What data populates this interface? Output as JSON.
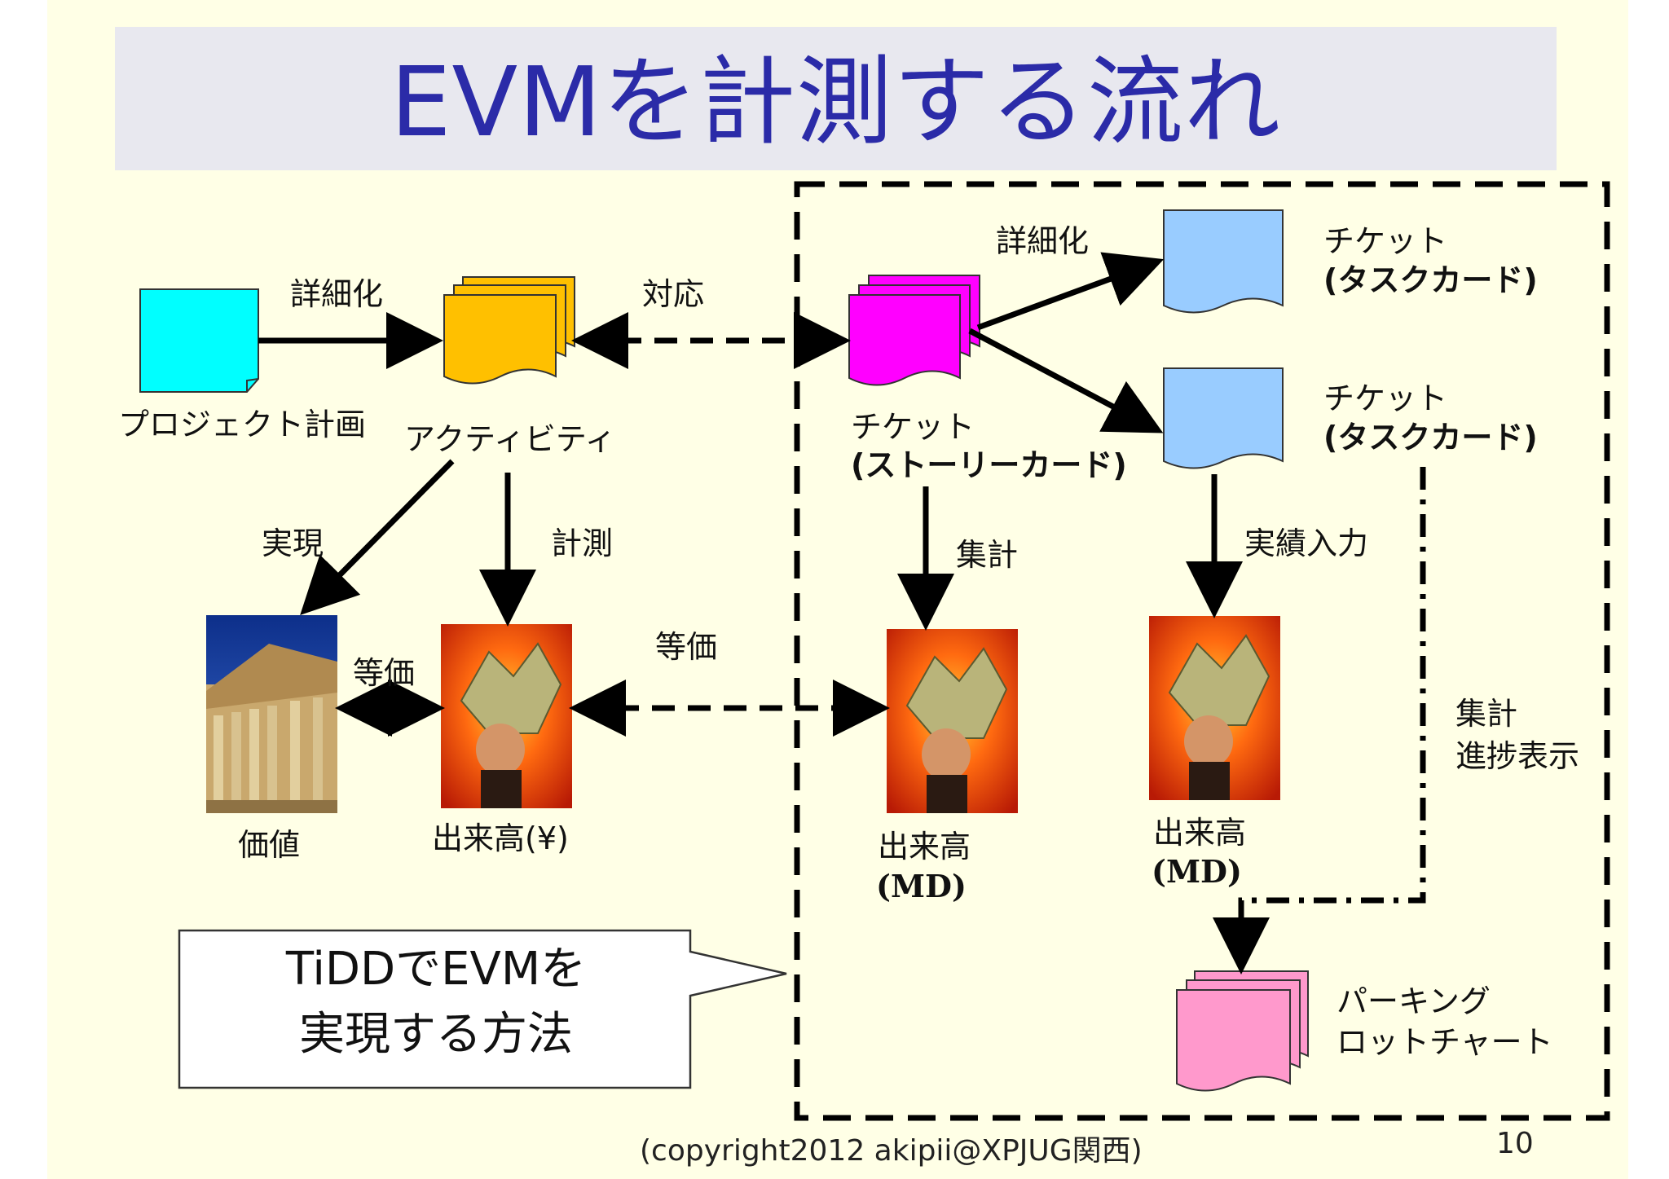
{
  "title": "EVMを計測する流れ",
  "nodes": {
    "project_plan": "プロジェクト計画",
    "activity": "アクティビティ",
    "ticket_story_line1": "チケット",
    "ticket_story_line2": "(ストーリーカード)",
    "ticket_task1_line1": "チケット",
    "ticket_task1_line2": "(タスクカード)",
    "ticket_task2_line1": "チケット",
    "ticket_task2_line2": "(タスクカード)",
    "value": "価値",
    "earned_yen": "出来高(¥)",
    "earned_md1_line1": "出来高",
    "earned_md1_line2": "(MD)",
    "earned_md2_line1": "出来高",
    "earned_md2_line2": "(MD)",
    "parking_line1": "パーキング",
    "parking_line2": "ロットチャート"
  },
  "edges": {
    "refine1": "詳細化",
    "correspond": "対応",
    "refine2": "詳細化",
    "realize": "実現",
    "measure": "計測",
    "equiv1": "等価",
    "equiv2": "等価",
    "aggregate": "集計",
    "actual_input": "実績入力",
    "aggregate_progress_line1": "集計",
    "aggregate_progress_line2": "進捗表示"
  },
  "callout": {
    "line1": "TiDDでEVMを",
    "line2": "実現する方法"
  },
  "footer": "(copyright2012 akipii@XPJUG関西)",
  "page_number": "10",
  "colors": {
    "title": "#2b2ba8",
    "background": "#ffffe6",
    "title_band": "#e8e8ef",
    "project_doc": "#00ffff",
    "activity_docs": "#ffc000",
    "story_docs": "#ff00ff",
    "task_docs": "#99ccff",
    "parking_docs": "#ff99cc"
  },
  "icons": {
    "value_image": "parthenon-photo",
    "earned_image": "money-fist-photo"
  }
}
